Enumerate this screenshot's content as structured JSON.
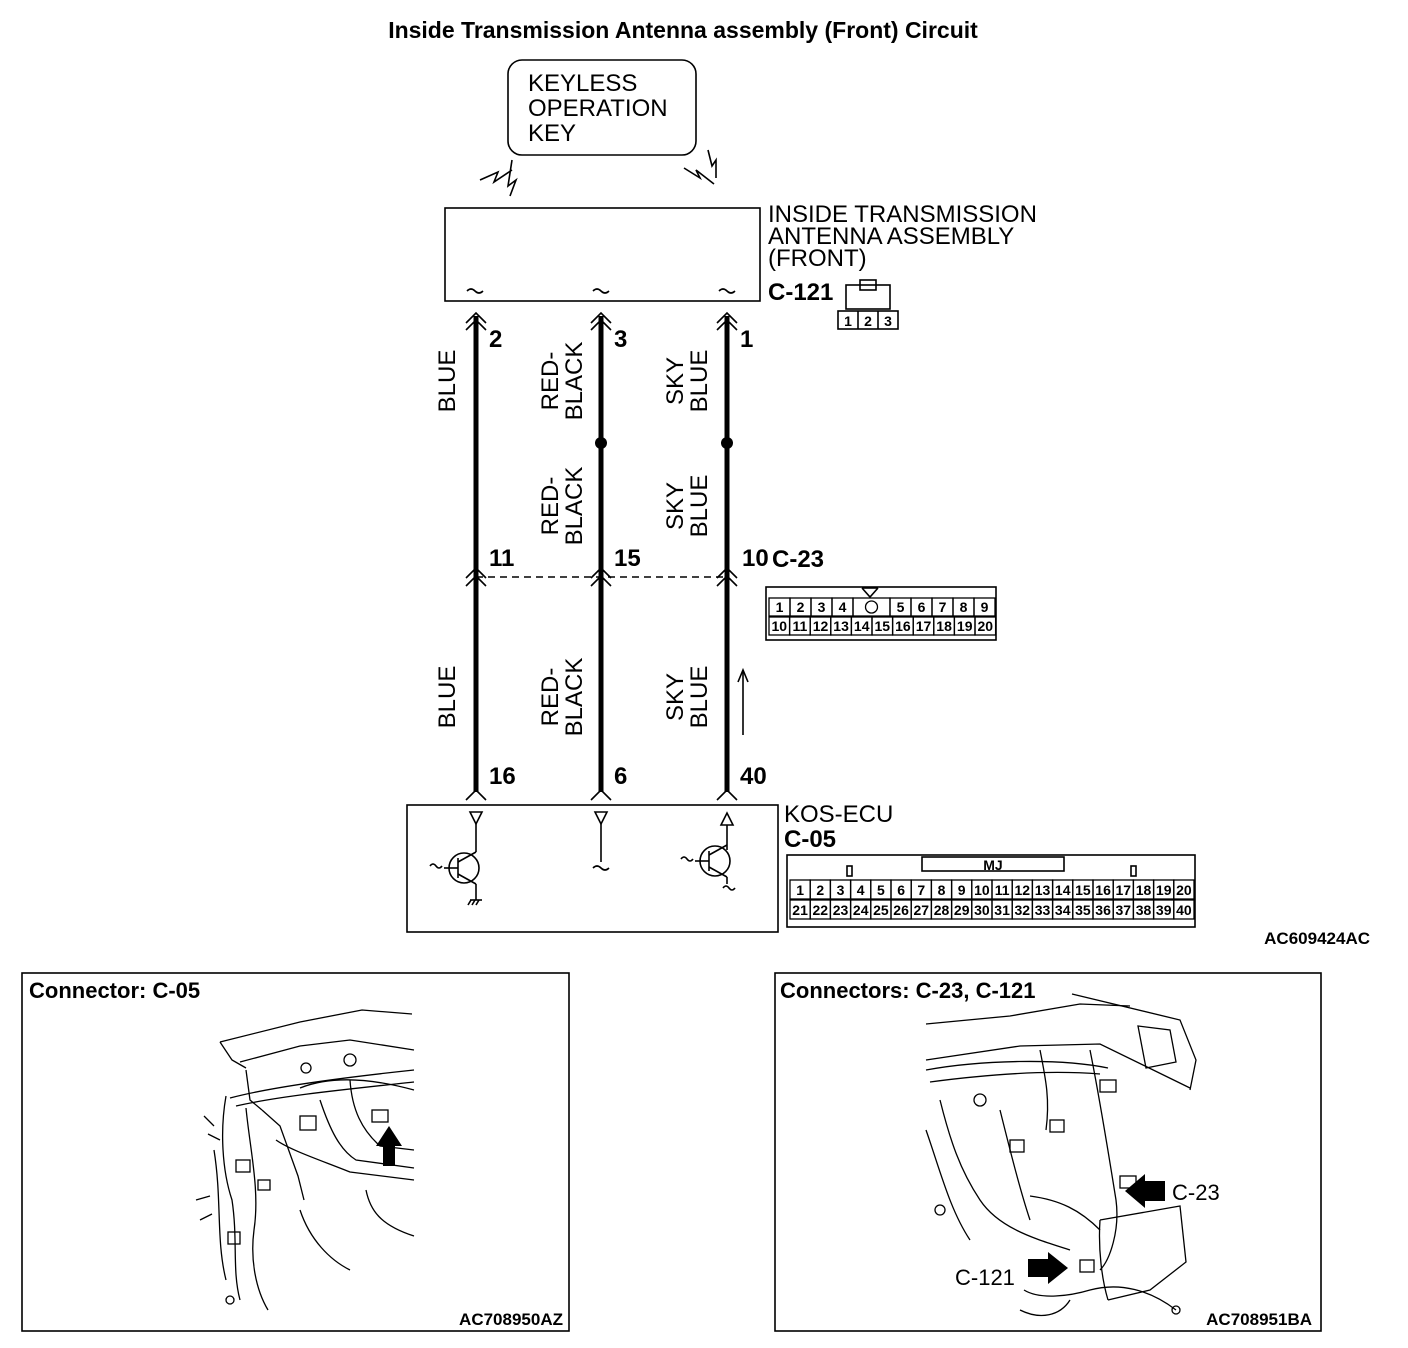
{
  "title": "Inside Transmission Antenna assembly (Front) Circuit",
  "key_box": {
    "lines": [
      "KEYLESS",
      "OPERATION",
      "KEY"
    ]
  },
  "antenna": {
    "lines": [
      "INSIDE TRANSMISSION",
      "ANTENNA ASSEMBLY",
      "(FRONT)"
    ],
    "connector": "C-121",
    "pins": [
      "1",
      "2",
      "3"
    ]
  },
  "wires": [
    {
      "top_pin": "2",
      "mid_pin": "11",
      "bottom_pin": "16",
      "upper_color": [
        "BLUE"
      ],
      "mid_color": [],
      "lower_color": [
        "BLUE"
      ]
    },
    {
      "top_pin": "3",
      "mid_pin": "15",
      "bottom_pin": "6",
      "upper_color": [
        "RED-",
        "BLACK"
      ],
      "mid_color": [
        "RED-",
        "BLACK"
      ],
      "lower_color": [
        "RED-",
        "BLACK"
      ]
    },
    {
      "top_pin": "1",
      "mid_pin": "10",
      "bottom_pin": "40",
      "upper_color": [
        "SKY",
        "BLUE"
      ],
      "mid_color": [
        "SKY",
        "BLUE"
      ],
      "lower_color": [
        "SKY",
        "BLUE"
      ]
    }
  ],
  "intermediate_connector": {
    "name": "C-23",
    "row1": [
      "1",
      "2",
      "3",
      "4",
      "",
      "5",
      "6",
      "7",
      "8",
      "9"
    ],
    "row2": [
      "10",
      "11",
      "12",
      "13",
      "14",
      "15",
      "16",
      "17",
      "18",
      "19",
      "20"
    ]
  },
  "ecu": {
    "name": "KOS-ECU",
    "connector": "C-05",
    "tag": "MJ",
    "row1": [
      "1",
      "2",
      "3",
      "4",
      "5",
      "6",
      "7",
      "8",
      "9",
      "10",
      "11",
      "12",
      "13",
      "14",
      "15",
      "16",
      "17",
      "18",
      "19",
      "20"
    ],
    "row2": [
      "21",
      "22",
      "23",
      "24",
      "25",
      "26",
      "27",
      "28",
      "29",
      "30",
      "31",
      "32",
      "33",
      "34",
      "35",
      "36",
      "37",
      "38",
      "39",
      "40"
    ]
  },
  "diagram_ref": "AC609424AC",
  "panel_left": {
    "title": "Connector: C-05",
    "ref": "AC708950AZ"
  },
  "panel_right": {
    "title": "Connectors: C-23, C-121",
    "ref": "AC708951BA",
    "callouts": [
      "C-23",
      "C-121"
    ]
  }
}
